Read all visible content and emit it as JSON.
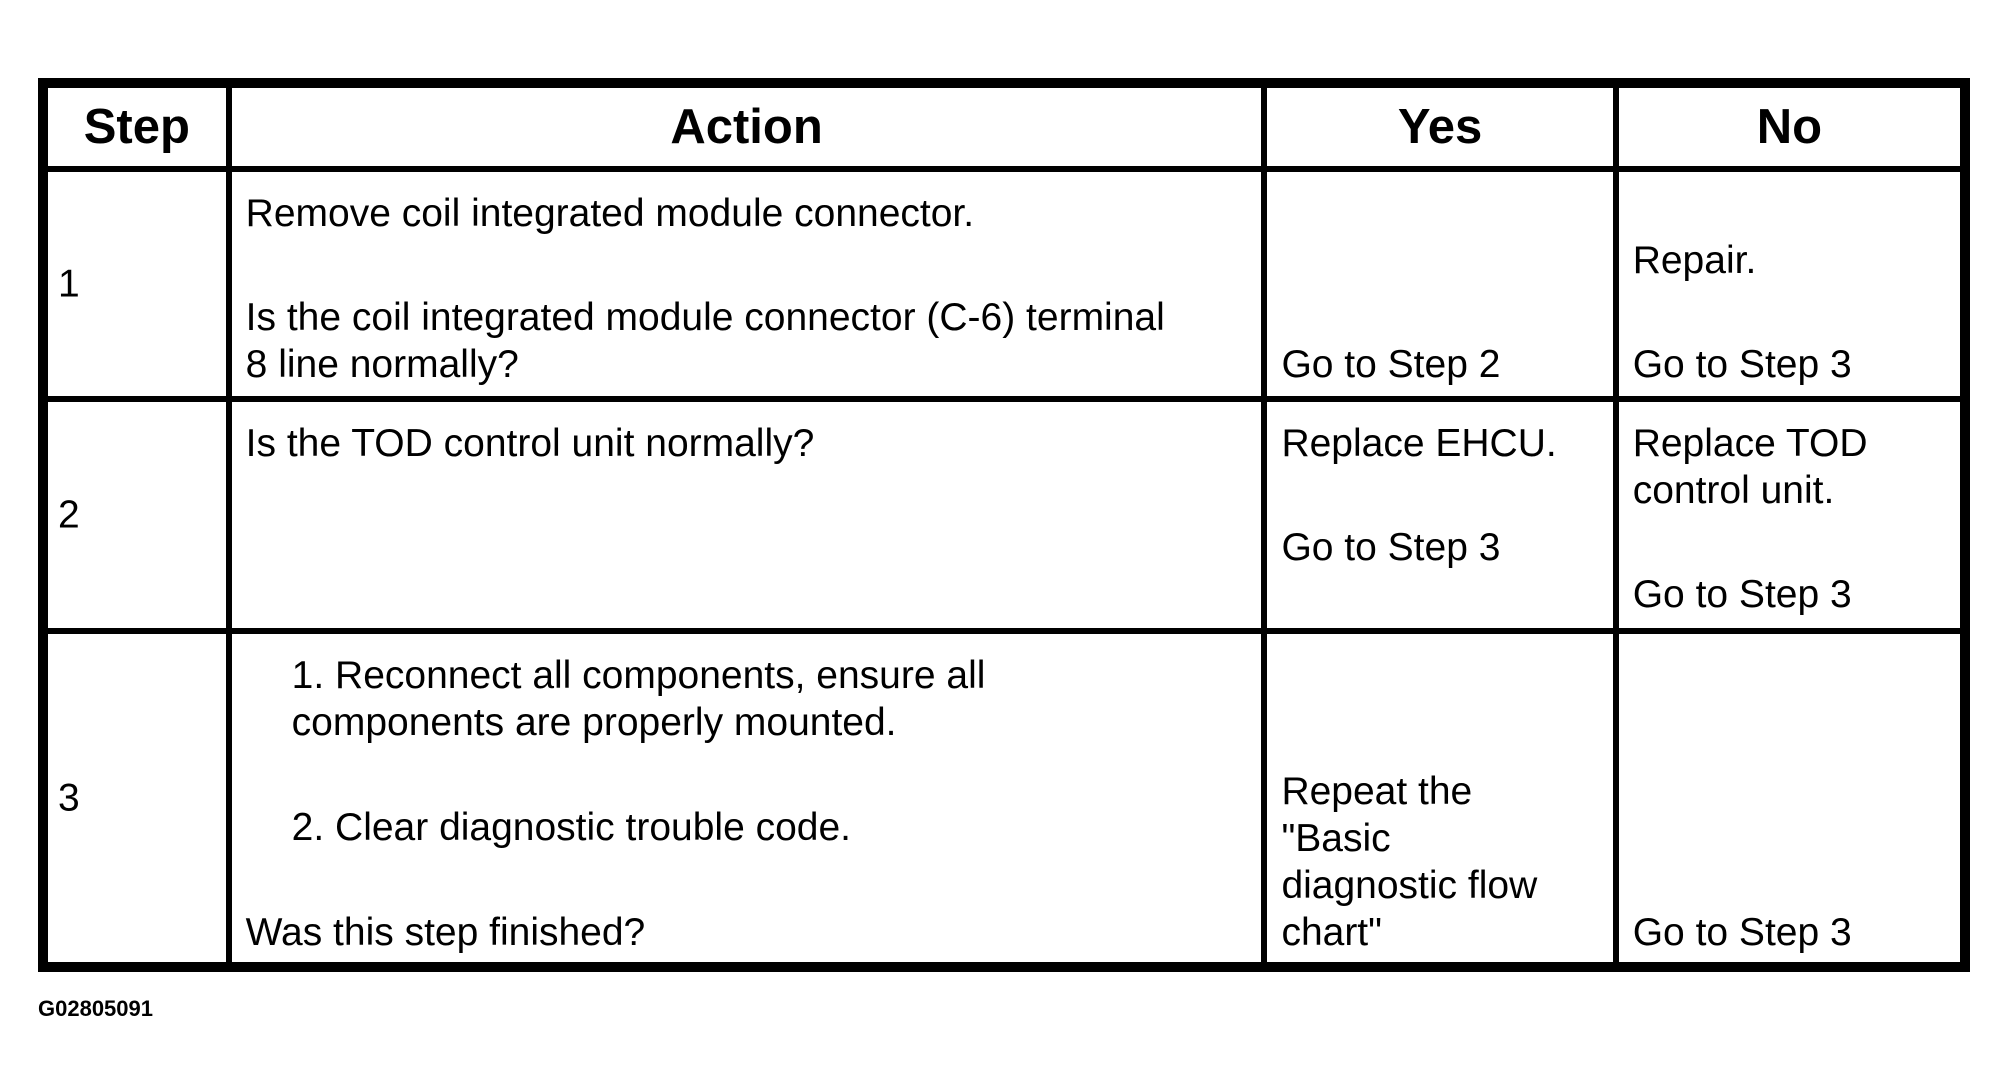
{
  "table": {
    "headers": {
      "step": "Step",
      "action": "Action",
      "yes": "Yes",
      "no": "No"
    },
    "rows": [
      {
        "step": "1",
        "action": {
          "line1": "Remove coil integrated module connector.",
          "line2": "Is the coil integrated module connector (C-6) terminal",
          "line3": "8 line normally?"
        },
        "yes": {
          "line1": "Go to Step 2"
        },
        "no": {
          "line1": "Repair.",
          "line2": "Go to Step 3"
        }
      },
      {
        "step": "2",
        "action": {
          "line1": "Is the TOD control unit normally?"
        },
        "yes": {
          "line1": "Replace EHCU.",
          "line2": "Go to Step 3"
        },
        "no": {
          "line1": "Replace TOD",
          "line2": "control unit.",
          "line3": "Go to Step 3"
        }
      },
      {
        "step": "3",
        "action": {
          "item1_line1": "1. Reconnect all components, ensure all",
          "item1_line2": "components are properly mounted.",
          "item2": "2. Clear diagnostic trouble code.",
          "question": "Was this step finished?"
        },
        "yes": {
          "line1": "Repeat the",
          "line2": "\"Basic",
          "line3": "diagnostic flow",
          "line4": "chart\""
        },
        "no": {
          "line1": "Go to Step 3"
        }
      }
    ]
  },
  "figure_id": "G02805091"
}
